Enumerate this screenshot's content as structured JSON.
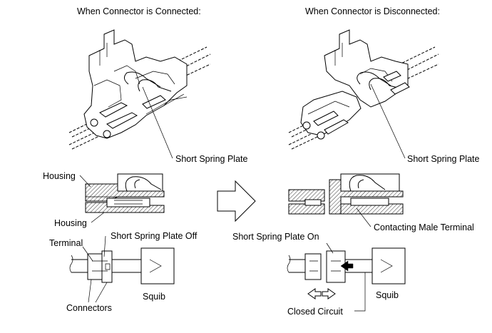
{
  "titles": {
    "connected": "When Connector is Connected:",
    "disconnected": "When Connector is Disconnected:"
  },
  "labels": {
    "short_spring_plate_left": "Short Spring Plate",
    "short_spring_plate_right": "Short Spring Plate",
    "housing_top": "Housing",
    "housing_bottom": "Housing",
    "contacting_male_terminal": "Contacting Male Terminal",
    "short_spring_plate_off": "Short Spring Plate Off",
    "short_spring_plate_on": "Short Spring Plate On",
    "terminal": "Terminal",
    "connectors": "Connectors",
    "squib_left": "Squib",
    "squib_right": "Squib",
    "closed_circuit": "Closed Circuit"
  }
}
